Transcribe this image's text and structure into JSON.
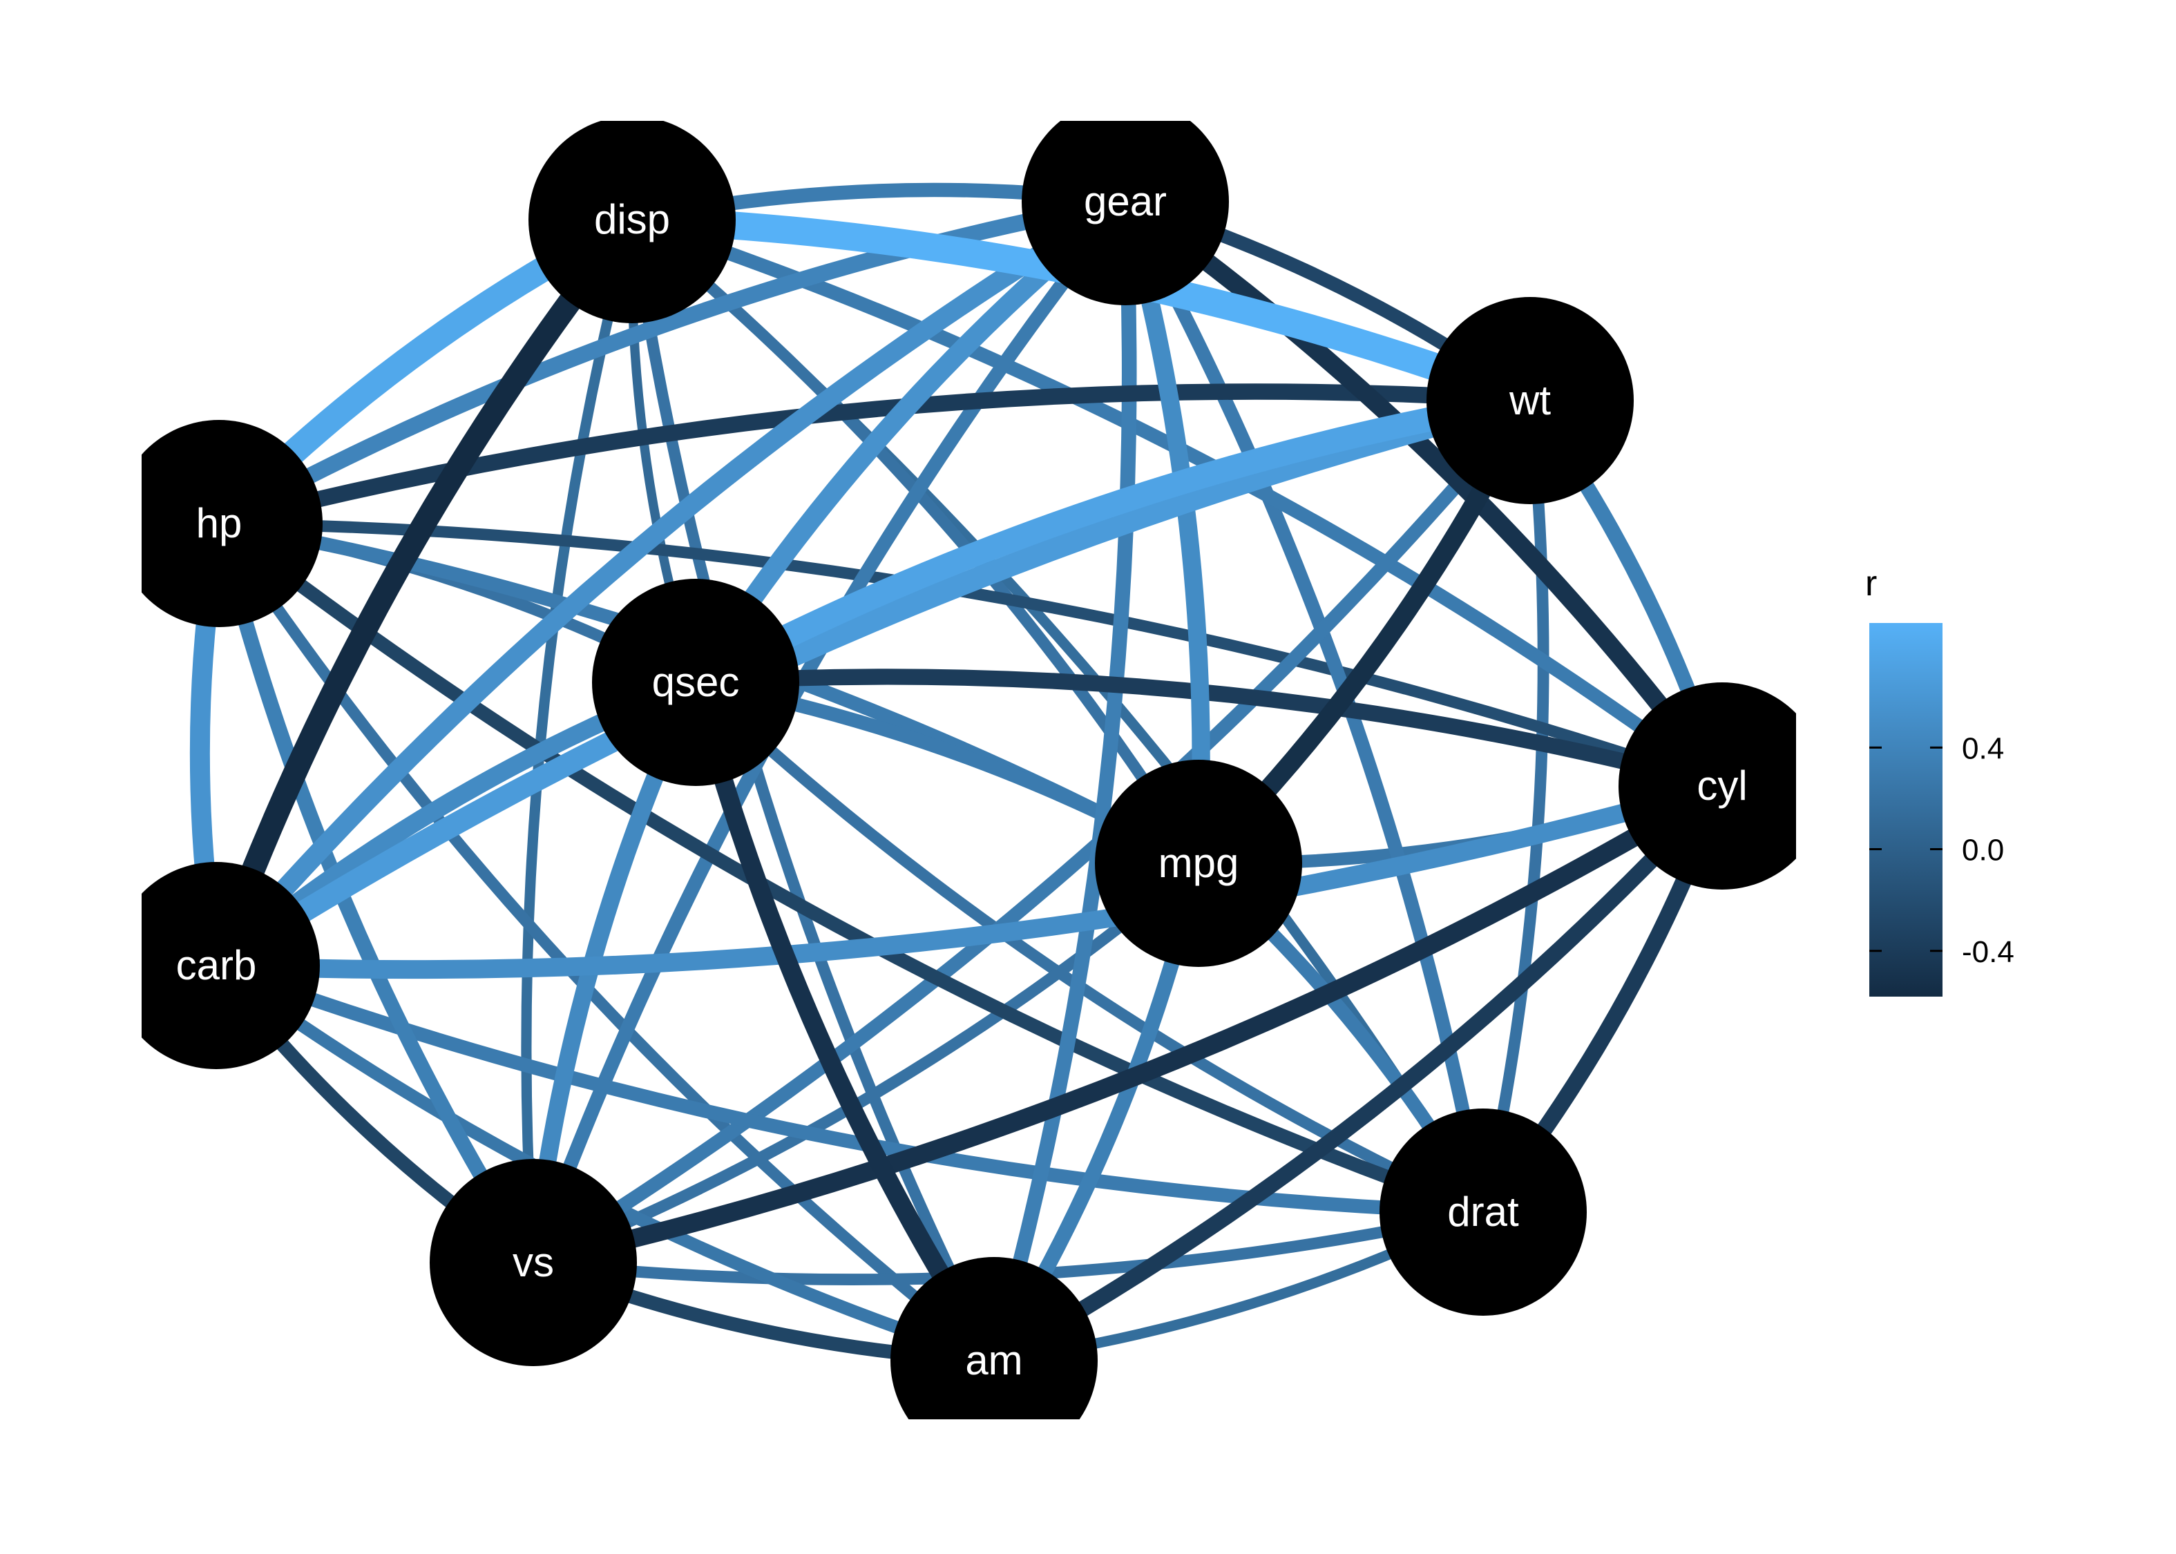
{
  "chart_data": {
    "type": "network",
    "title": "",
    "nodes": [
      {
        "id": "disp",
        "label": "disp"
      },
      {
        "id": "gear",
        "label": "gear"
      },
      {
        "id": "wt",
        "label": "wt"
      },
      {
        "id": "hp",
        "label": "hp"
      },
      {
        "id": "qsec",
        "label": "qsec"
      },
      {
        "id": "cyl",
        "label": "cyl"
      },
      {
        "id": "mpg",
        "label": "mpg"
      },
      {
        "id": "carb",
        "label": "carb"
      },
      {
        "id": "drat",
        "label": "drat"
      },
      {
        "id": "vs",
        "label": "vs"
      },
      {
        "id": "am",
        "label": "am"
      }
    ],
    "edges": [
      {
        "source": "disp",
        "target": "wt",
        "r": 0.89
      },
      {
        "source": "disp",
        "target": "hp",
        "r": 0.79
      },
      {
        "source": "disp",
        "target": "carb",
        "r": -0.71
      },
      {
        "source": "disp",
        "target": "gear",
        "r": 0.31
      },
      {
        "source": "disp",
        "target": "cyl",
        "r": 0.3
      },
      {
        "source": "disp",
        "target": "drat",
        "r": 0.15
      },
      {
        "source": "disp",
        "target": "qsec",
        "r": 0.1
      },
      {
        "source": "disp",
        "target": "vs",
        "r": 0.15
      },
      {
        "source": "disp",
        "target": "mpg",
        "r": 0.2
      },
      {
        "source": "disp",
        "target": "am",
        "r": 0.2
      },
      {
        "source": "gear",
        "target": "wt",
        "r": -0.29
      },
      {
        "source": "gear",
        "target": "carb",
        "r": 0.53
      },
      {
        "source": "gear",
        "target": "hp",
        "r": 0.4
      },
      {
        "source": "gear",
        "target": "cyl",
        "r": -0.49
      },
      {
        "source": "gear",
        "target": "qsec",
        "r": 0.55
      },
      {
        "source": "gear",
        "target": "am",
        "r": 0.34
      },
      {
        "source": "gear",
        "target": "vs",
        "r": 0.3
      },
      {
        "source": "gear",
        "target": "mpg",
        "r": 0.48
      },
      {
        "source": "gear",
        "target": "drat",
        "r": 0.29
      },
      {
        "source": "wt",
        "target": "hp",
        "r": -0.4
      },
      {
        "source": "wt",
        "target": "carb",
        "r": 0.65
      },
      {
        "source": "wt",
        "target": "qsec",
        "r": 0.74
      },
      {
        "source": "wt",
        "target": "mpg",
        "r": -0.53
      },
      {
        "source": "wt",
        "target": "cyl",
        "r": 0.35
      },
      {
        "source": "wt",
        "target": "drat",
        "r": 0.2
      },
      {
        "source": "wt",
        "target": "vs",
        "r": 0.3
      },
      {
        "source": "hp",
        "target": "carb",
        "r": 0.56
      },
      {
        "source": "hp",
        "target": "qsec",
        "r": 0.2
      },
      {
        "source": "hp",
        "target": "cyl",
        "r": -0.2
      },
      {
        "source": "hp",
        "target": "mpg",
        "r": 0.3
      },
      {
        "source": "hp",
        "target": "vs",
        "r": 0.35
      },
      {
        "source": "hp",
        "target": "drat",
        "r": -0.3
      },
      {
        "source": "hp",
        "target": "am",
        "r": 0.2
      },
      {
        "source": "qsec",
        "target": "carb",
        "r": 0.47
      },
      {
        "source": "qsec",
        "target": "cyl",
        "r": -0.39
      },
      {
        "source": "qsec",
        "target": "mpg",
        "r": 0.3
      },
      {
        "source": "qsec",
        "target": "am",
        "r": -0.51
      },
      {
        "source": "qsec",
        "target": "vs",
        "r": 0.45
      },
      {
        "source": "qsec",
        "target": "drat",
        "r": 0.2
      },
      {
        "source": "cyl",
        "target": "carb",
        "r": 0.5
      },
      {
        "source": "cyl",
        "target": "vs",
        "r": -0.5
      },
      {
        "source": "cyl",
        "target": "am",
        "r": -0.4
      },
      {
        "source": "cyl",
        "target": "drat",
        "r": -0.4
      },
      {
        "source": "cyl",
        "target": "mpg",
        "r": 0.25
      },
      {
        "source": "mpg",
        "target": "vs",
        "r": 0.2
      },
      {
        "source": "mpg",
        "target": "am",
        "r": 0.35
      },
      {
        "source": "mpg",
        "target": "drat",
        "r": 0.3
      },
      {
        "source": "carb",
        "target": "vs",
        "r": -0.3
      },
      {
        "source": "carb",
        "target": "drat",
        "r": 0.3
      },
      {
        "source": "carb",
        "target": "am",
        "r": 0.25
      },
      {
        "source": "drat",
        "target": "vs",
        "r": 0.2
      },
      {
        "source": "drat",
        "target": "am",
        "r": 0.15
      },
      {
        "source": "vs",
        "target": "am",
        "r": -0.3
      }
    ],
    "legend": {
      "title": "r",
      "ticks": [
        {
          "value": 0.4,
          "label": "0.4"
        },
        {
          "value": 0.0,
          "label": "0.0"
        },
        {
          "value": -0.4,
          "label": "-0.4"
        }
      ],
      "range": [
        -0.58,
        0.89
      ],
      "color_low": "#132B43",
      "color_high": "#56B1F7",
      "placement": "right"
    },
    "node_color": "#000000",
    "label_color": "#ffffff"
  }
}
